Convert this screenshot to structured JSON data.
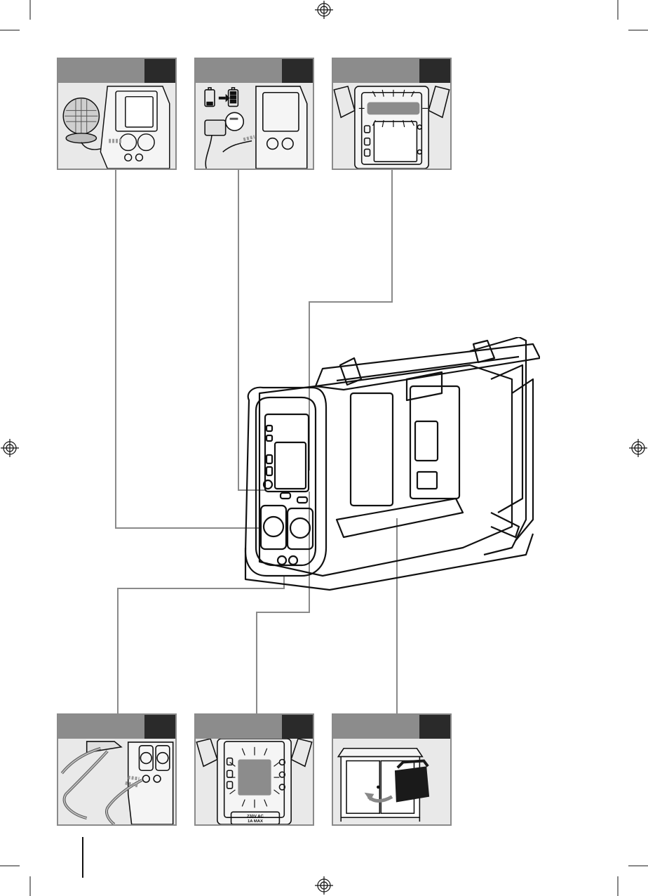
{
  "page": {
    "background": "#ffffff",
    "header_color": "#8c8c8c",
    "tab_color": "#2a2a2a",
    "leader_color": "#8a8a8a"
  },
  "top_panels": [
    {
      "id": "panel-socket-lamp",
      "icon": "work-lamp-plug-icon"
    },
    {
      "id": "panel-charger",
      "icon": "battery-charging-icon"
    },
    {
      "id": "panel-display-flash",
      "icon": "display-flashing-icon"
    }
  ],
  "bottom_panels": [
    {
      "id": "panel-aux-cables",
      "icon": "aux-cable-icon"
    },
    {
      "id": "panel-display-light",
      "icon": "display-light-icon"
    },
    {
      "id": "panel-storage-cabinet",
      "icon": "cabinet-storage-icon"
    }
  ],
  "display_labels": {
    "voltage_label": "230V AC",
    "max_label": "1A MAX"
  }
}
